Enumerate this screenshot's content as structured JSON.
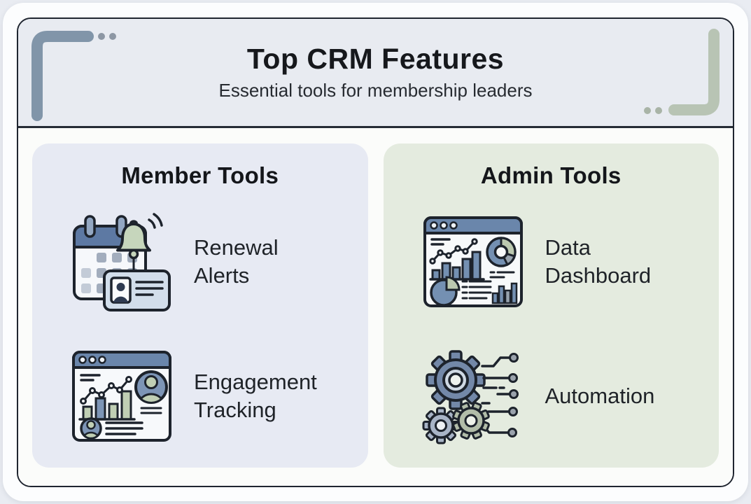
{
  "page": {
    "title": "Top CRM Features",
    "subtitle": "Essential tools for membership leaders"
  },
  "panels": [
    {
      "id": "member-tools",
      "title": "Member Tools",
      "bg_color": "#e7eaf3",
      "items": [
        {
          "icon": "calendar-bell-id-card-icon",
          "label": "Renewal Alerts",
          "label_lines": [
            "Renewal",
            "Alerts"
          ]
        },
        {
          "icon": "engagement-analytics-window-icon",
          "label": "Engagement Tracking",
          "label_lines": [
            "Engagement",
            "Tracking"
          ]
        }
      ]
    },
    {
      "id": "admin-tools",
      "title": "Admin Tools",
      "bg_color": "#e4ebdf",
      "items": [
        {
          "icon": "data-dashboard-window-icon",
          "label": "Data Dashboard",
          "label_lines": [
            "Data",
            "Dashboard"
          ]
        },
        {
          "icon": "automation-gears-circuit-icon",
          "label": "Automation",
          "label_lines": [
            "Automation"
          ]
        }
      ]
    }
  ],
  "decor": {
    "left_bracket_color": "#8195a9",
    "left_dots_color": "#8d97a4",
    "right_bracket_color": "#b8c4b4",
    "right_dots_color": "#a9b4a7"
  },
  "colors": {
    "page_bg": "#e9ecf2",
    "card_bg": "#fcfdfe",
    "header_bg": "#e8ebf1",
    "content_bg": "#fbfcfa",
    "border_dark": "#1f2530",
    "title_text": "#16181c",
    "body_text": "#1f2328",
    "icon_blue": "#7490b2",
    "icon_light_blue": "#93a7c2",
    "icon_green": "#bfceb4",
    "icon_header_blue": "#6a86ab",
    "icon_outline": "#1d232c"
  }
}
